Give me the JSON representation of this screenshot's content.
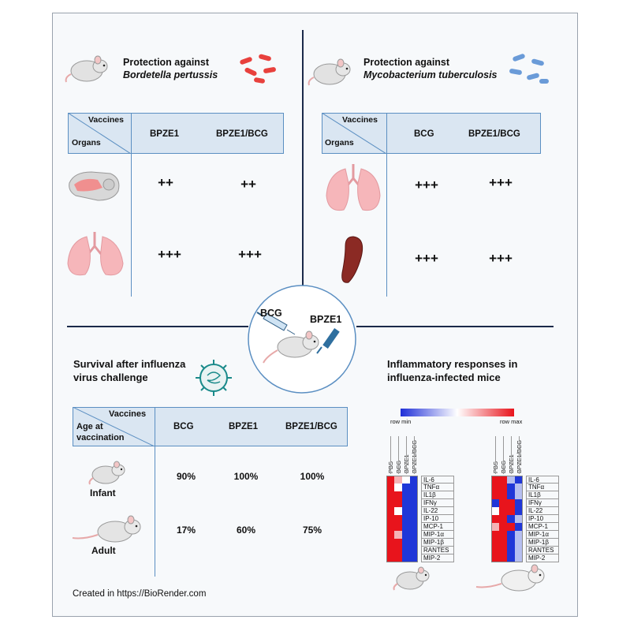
{
  "panel_tl": {
    "title_line1": "Protection against",
    "title_line2": "Bordetella pertussis",
    "header_vaccines": "Vaccines",
    "header_organs": "Organs",
    "col1": "BPZE1",
    "col2": "BPZE1/BCG",
    "rows": [
      {
        "organ_icon": "nasal-cavity-icon",
        "values": [
          "++",
          "++"
        ]
      },
      {
        "organ_icon": "lungs-icon",
        "values": [
          "+++",
          "+++"
        ]
      }
    ]
  },
  "panel_tr": {
    "title_line1": "Protection against",
    "title_line2": "Mycobacterium tuberculosis",
    "header_vaccines": "Vaccines",
    "header_organs": "Organs",
    "col1": "BCG",
    "col2": "BPZE1/BCG",
    "rows": [
      {
        "organ_icon": "lungs-icon",
        "values": [
          "+++",
          "+++"
        ]
      },
      {
        "organ_icon": "spleen-icon",
        "values": [
          "+++",
          "+++"
        ]
      }
    ]
  },
  "center": {
    "bcg_label": "BCG",
    "bpze1_label": "BPZE1"
  },
  "panel_bl": {
    "title_line1": "Survival after influenza",
    "title_line2": "virus challenge",
    "header_vaccines": "Vaccines",
    "header_age_line1": "Age at",
    "header_age_line2": "vaccination",
    "col1": "BCG",
    "col2": "BPZE1",
    "col3": "BPZE1/BCG",
    "rows": [
      {
        "label": "Infant",
        "values": [
          "90%",
          "100%",
          "100%"
        ]
      },
      {
        "label": "Adult",
        "values": [
          "17%",
          "60%",
          "75%"
        ]
      }
    ]
  },
  "panel_br": {
    "title_line1": "Inflammatory responses in",
    "title_line2": "influenza-infected mice",
    "scale_min": "row min",
    "scale_max": "row max",
    "columns": [
      "PBS",
      "BCG",
      "BPZE1",
      "BPZE1/BCG"
    ],
    "cytokines": [
      "IL-6",
      "TNFα",
      "IL1β",
      "IFNγ",
      "IL-22",
      "IP-10",
      "MCP-1",
      "MIP-1α",
      "MIP-1β",
      "RANTES",
      "MIP-2"
    ],
    "colors": {
      "red": "#e8141c",
      "blue": "#2037d8",
      "light_red": "#f5b3b5",
      "light_blue": "#b6bff0",
      "white": "#ffffff"
    }
  },
  "footer": {
    "created_in": "Created in  https://BioRender.com"
  }
}
